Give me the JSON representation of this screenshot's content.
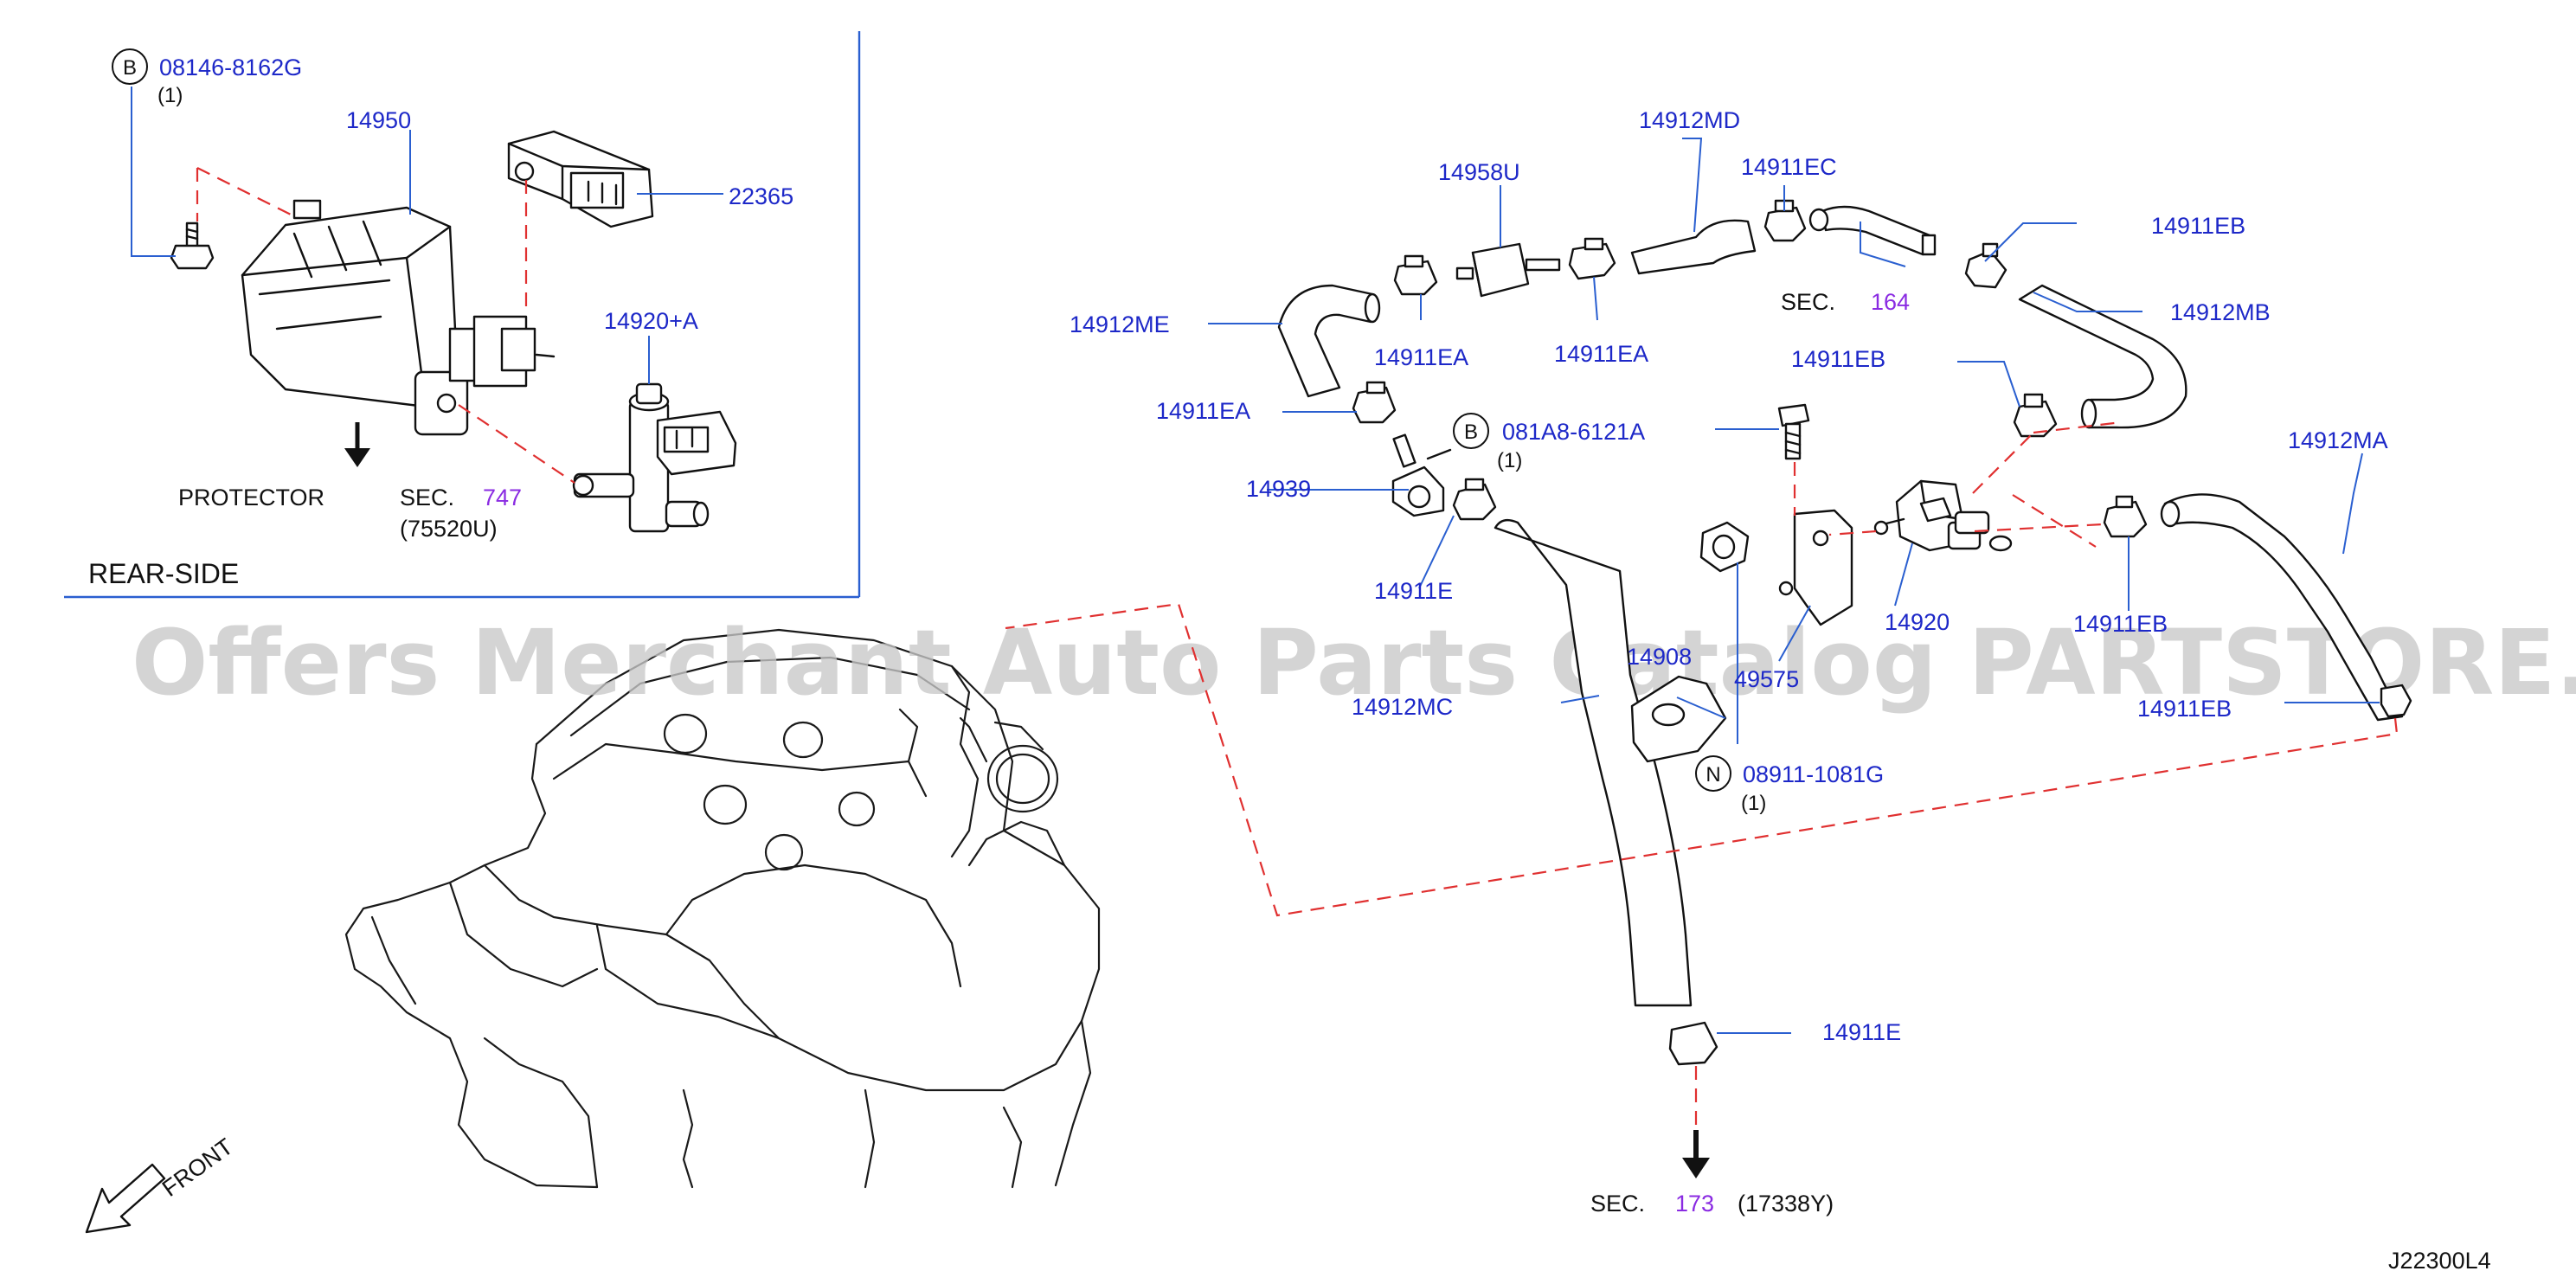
{
  "watermark": "Offers Merchant Auto Parts Catalog PARTSTORE.SA",
  "diagram_id": "J22300L4",
  "inset": {
    "title": "REAR-SIDE",
    "protector": "PROTECTOR",
    "sec_prefix": "SEC.",
    "sec_number": "747",
    "sec_ref": "(75520U)",
    "bolt_badge": "B",
    "bolt_part": "08146-8162G",
    "bolt_qty": "(1)",
    "canister": "14950",
    "connector": "22365",
    "valve": "14920+A"
  },
  "main": {
    "p14912MD": "14912MD",
    "p14911EC": "14911EC",
    "p14958U": "14958U",
    "p14911EB_1": "14911EB",
    "p14912ME": "14912ME",
    "p14911EA_1": "14911EA",
    "p14911EA_2": "14911EA",
    "sec164_prefix": "SEC.",
    "sec164_number": "164",
    "p14912MB": "14912MB",
    "p14911EB_2": "14911EB",
    "p14911EA_3": "14911EA",
    "bolt_badge": "B",
    "bolt_part": "081A8-6121A",
    "bolt_qty": "(1)",
    "p14939": "14939",
    "p14912MA": "14912MA",
    "p14911E_1": "14911E",
    "p14920": "14920",
    "p14911EB_3": "14911EB",
    "p14908": "14908",
    "p49575": "49575",
    "p14912MC": "14912MC",
    "p14911EB_4": "14911EB",
    "nut_badge": "N",
    "nut_part": "08911-1081G",
    "nut_qty": "(1)",
    "p14911E_2": "14911E",
    "sec173_prefix": "SEC.",
    "sec173_number": "173",
    "sec173_ref": "(17338Y)",
    "front": "FRONT"
  },
  "colors": {
    "part_label": "#1d28c8",
    "sec_number": "#8a2be2",
    "leader": "#2a5fd0",
    "dashed_path": "#e03030",
    "watermark": "#c8c8c8"
  }
}
